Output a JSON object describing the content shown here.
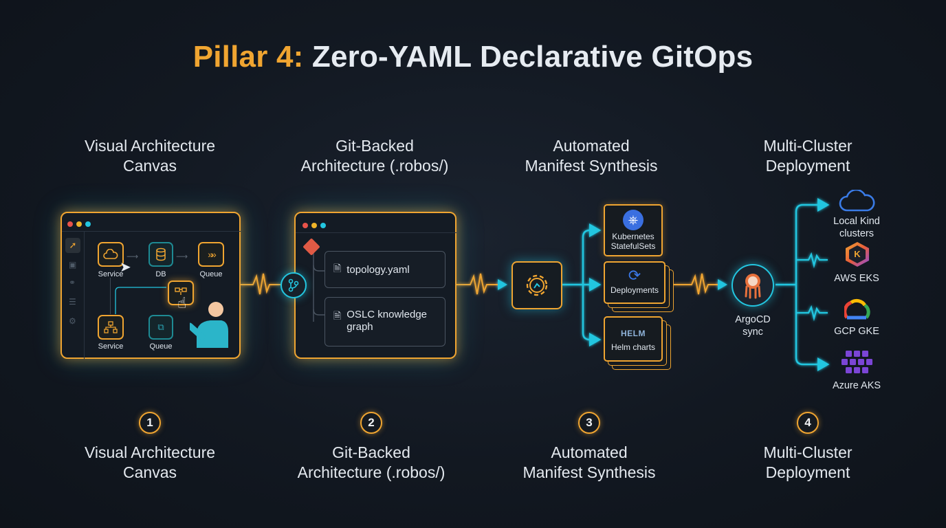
{
  "title": {
    "accent": "Pillar 4:",
    "rest": "Zero-YAML Declarative GitOps"
  },
  "columns": [
    {
      "line1": "Visual Architecture",
      "line2": "Canvas"
    },
    {
      "line1": "Git-Backed",
      "line2": "Architecture (.robos/)"
    },
    {
      "line1": "Automated",
      "line2": "Manifest Synthesis"
    },
    {
      "line1": "Multi-Cluster",
      "line2": "Deployment"
    }
  ],
  "canvas": {
    "nodes": [
      "Service",
      "DB",
      "Queue",
      "Service",
      "Queue"
    ]
  },
  "git": {
    "files": [
      "topology.yaml",
      "OSLC knowledge",
      "graph"
    ]
  },
  "synthesis": {
    "outputs": [
      {
        "line1": "Kubernetes",
        "line2": "StatefulSets"
      },
      {
        "line1": "Deployments",
        "line2": ""
      },
      {
        "line1": "Helm charts",
        "line2": ""
      }
    ],
    "helm_badge": "HELM"
  },
  "argocd": {
    "line1": "ArgoCD",
    "line2": "sync"
  },
  "clusters": [
    {
      "line1": "Local Kind",
      "line2": "clusters"
    },
    {
      "line1": "AWS EKS",
      "line2": ""
    },
    {
      "line1": "GCP GKE",
      "line2": ""
    },
    {
      "line1": "Azure AKS",
      "line2": ""
    }
  ],
  "eks_glyph": "K",
  "steps": [
    {
      "num": "1",
      "line1": "Visual Architecture",
      "line2": "Canvas"
    },
    {
      "num": "2",
      "line1": "Git-Backed",
      "line2": "Architecture (.robos/)"
    },
    {
      "num": "3",
      "line1": "Automated",
      "line2": "Manifest Synthesis"
    },
    {
      "num": "4",
      "line1": "Multi-Cluster",
      "line2": "Deployment"
    }
  ],
  "colors": {
    "accent": "#f0a531",
    "teal": "#23c6e0",
    "background": "#121821"
  }
}
